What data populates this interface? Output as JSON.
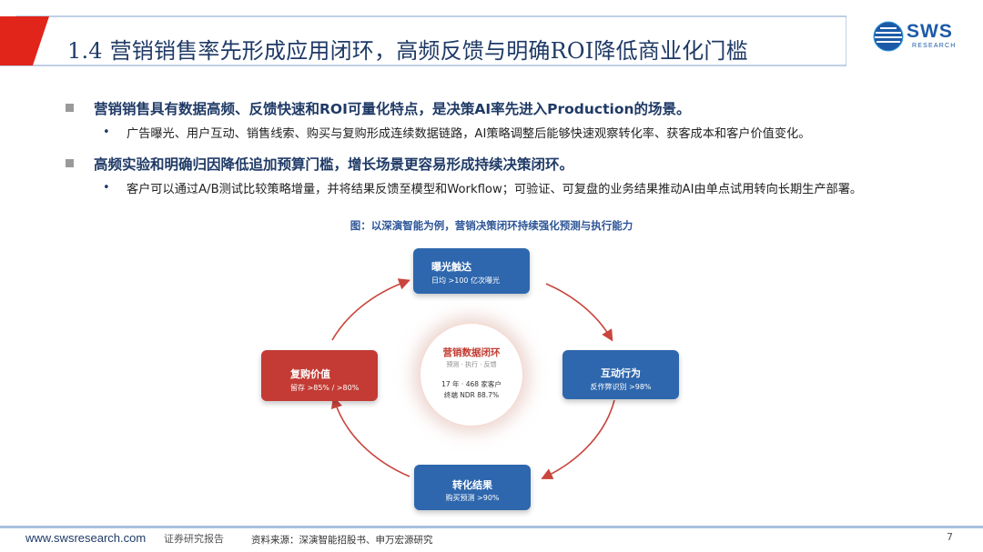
{
  "header": {
    "title": "1.4 营销销售率先形成应用闭环，高频反馈与明确ROI降低商业化门槛",
    "logo_text": "SWS",
    "logo_sub": "RESEARCH",
    "brand_red": "#e1251b",
    "brand_blue": "#1c5aa8"
  },
  "bullets": [
    {
      "text": "营销销售具有数据高频、反馈快速和ROI可量化特点，是决策AI率先进入Production的场景。",
      "sub": "广告曝光、用户互动、销售线索、购买与复购形成连续数据链路，AI策略调整后能够快速观察转化率、获客成本和客户价值变化。"
    },
    {
      "text": "高频实验和明确归因降低追加预算门槛，增长场景更容易形成持续决策闭环。",
      "sub": "客户可以通过A/B测试比较策略增量，并将结果反馈至模型和Workflow；可验证、可复盘的业务结果推动AI由单点试用转向长期生产部署。"
    }
  ],
  "figure": {
    "caption": "图：以深演智能为例，营销决策闭环持续强化预测与执行能力",
    "center": {
      "title": "营销数据闭环",
      "subtitle": "预测 · 执行 · 反馈",
      "line1": "17 年 · 468 家客户",
      "line2": "终端 NDR 88.7%"
    },
    "nodes": {
      "top": {
        "title": "曝光触达",
        "sub": "日均 >100 亿次曝光"
      },
      "right": {
        "title": "互动行为",
        "sub": "反作弊识别 >98%"
      },
      "bottom": {
        "title": "转化结果",
        "sub": "购买预测 >90%"
      },
      "left": {
        "title": "复购价值",
        "sub": "留存 >85% / >80%"
      }
    },
    "colors": {
      "node_blue": "#2e67ad",
      "node_red": "#c33b34",
      "ring": "#c9453d"
    }
  },
  "footer": {
    "url": "www.swsresearch.com",
    "report_label": "证券研究报告",
    "source": "资料来源：深演智能招股书、申万宏源研究",
    "page": "7"
  }
}
